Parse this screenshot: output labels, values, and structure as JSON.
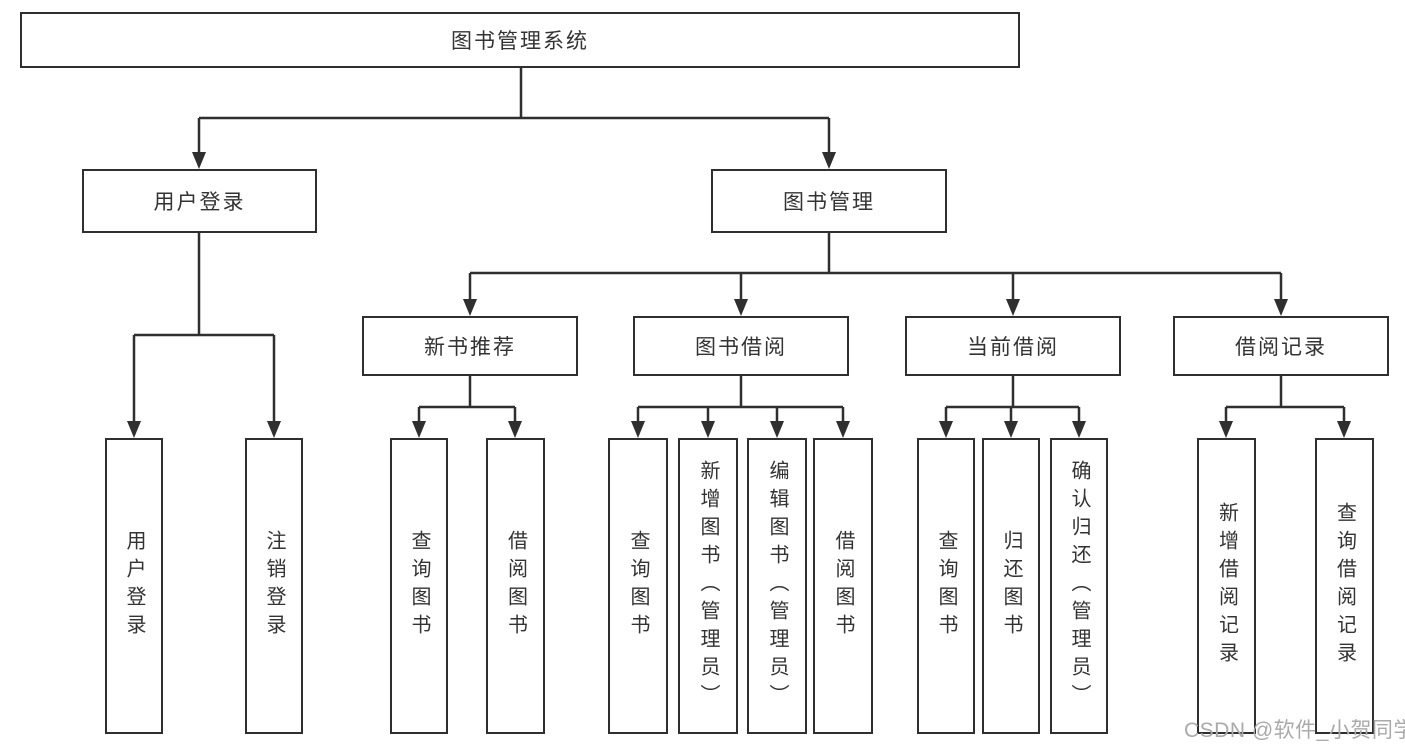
{
  "tree": {
    "root": {
      "label": "图书管理系统"
    },
    "user_login": {
      "label": "用户登录",
      "children": [
        {
          "label": "用户登录"
        },
        {
          "label": "注销登录"
        }
      ]
    },
    "book_management": {
      "label": "图书管理",
      "children": [
        {
          "label": "新书推荐",
          "children": [
            {
              "label": "查询图书"
            },
            {
              "label": "借阅图书"
            }
          ]
        },
        {
          "label": "图书借阅",
          "children": [
            {
              "label": "查询图书"
            },
            {
              "label": "新增图书（管理员）"
            },
            {
              "label": "编辑图书（管理员）"
            },
            {
              "label": "借阅图书"
            }
          ]
        },
        {
          "label": "当前借阅",
          "children": [
            {
              "label": "查询图书"
            },
            {
              "label": "归还图书"
            },
            {
              "label": "确认归还（管理员）"
            }
          ]
        },
        {
          "label": "借阅记录",
          "children": [
            {
              "label": "新增借阅记录"
            },
            {
              "label": "查询借阅记录"
            }
          ]
        }
      ]
    }
  },
  "watermark": "CSDN @软件_小贺同学",
  "colors": {
    "line": "#2f2f2f",
    "text": "#333333",
    "watermark": "#aaaaaa",
    "background": "#ffffff"
  }
}
